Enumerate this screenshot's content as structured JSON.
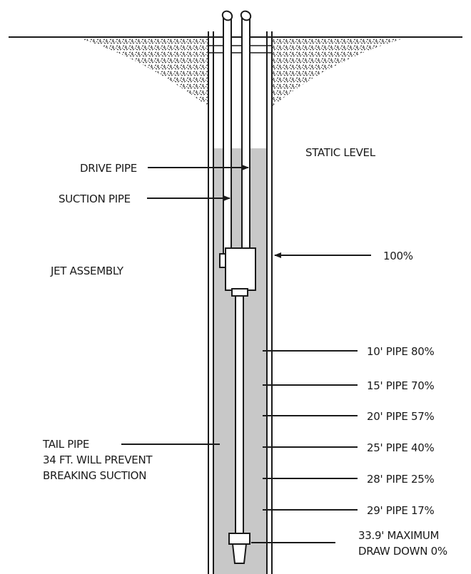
{
  "labels": {
    "static_level": "STATIC LEVEL",
    "drive_pipe": "DRIVE PIPE",
    "suction_pipe": "SUCTION PIPE",
    "jet_assembly": "JET ASSEMBLY",
    "percent_100": "100%",
    "tail_pipe_1": "TAIL PIPE",
    "tail_pipe_2": "34 FT. WILL PREVENT",
    "tail_pipe_3": "BREAKING SUCTION",
    "level_10": "10' PIPE 80%",
    "level_15": "15' PIPE 70%",
    "level_20": "20' PIPE 57%",
    "level_25": "25' PIPE 40%",
    "level_28": "28' PIPE 25%",
    "level_29": "29' PIPE 17%",
    "max_1": "33.9' MAXIMUM",
    "max_2": "DRAW DOWN 0%"
  },
  "colors": {
    "water": "#c8c8c8",
    "line": "#1a1a1a",
    "soil": "#2a2a2a",
    "background": "#ffffff"
  }
}
